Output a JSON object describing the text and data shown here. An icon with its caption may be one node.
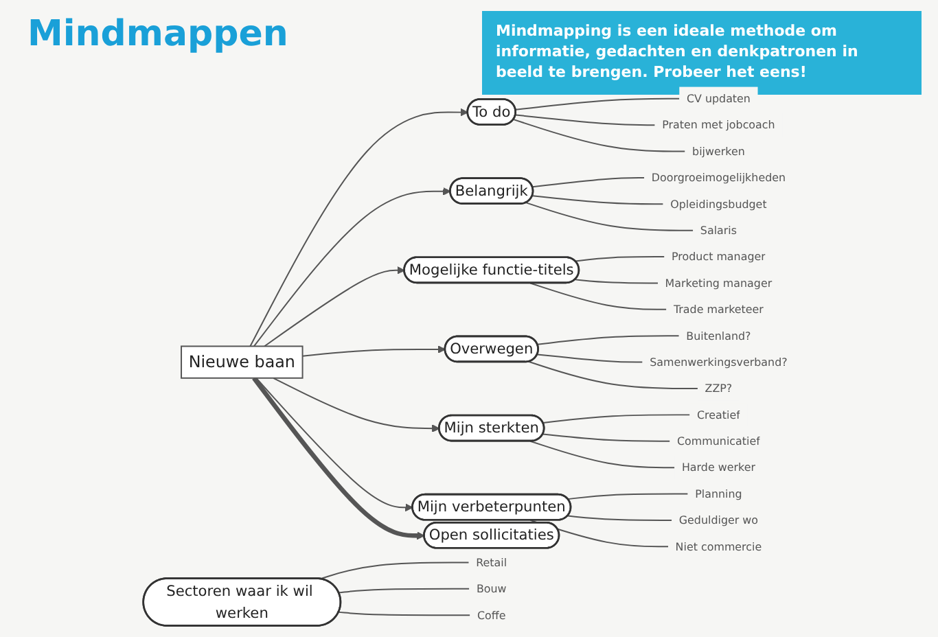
{
  "diagram": {
    "title": "Mindmappen",
    "nodes": [
      {
        "text": [
          "Nieuwe baan"
        ]
      },
      {
        "text": [
          "To do"
        ]
      },
      {
        "text": [
          "CV updaten"
        ]
      },
      {
        "text": [
          "Praten met jobcoach"
        ]
      },
      {
        "text": [
          "bijwerken"
        ]
      },
      {
        "text": [
          "Belangrijk"
        ]
      },
      {
        "text": [
          "Doorgroeimogelijkheden"
        ]
      },
      {
        "text": [
          "Opleidingsbudget"
        ]
      },
      {
        "text": [
          "Salaris"
        ]
      },
      {
        "text": [
          "Mogelijke functie-titels"
        ]
      },
      {
        "text": [
          "Product manager"
        ]
      },
      {
        "text": [
          "Marketing manager"
        ]
      },
      {
        "text": [
          "Trade marketeer"
        ]
      },
      {
        "text": [
          "Overwegen"
        ]
      },
      {
        "text": [
          "Buitenland?"
        ]
      },
      {
        "text": [
          "Samenwerkingsverband?"
        ]
      },
      {
        "text": [
          "ZZP?"
        ]
      },
      {
        "text": [
          "Mijn sterkten"
        ]
      },
      {
        "text": [
          "Creatief"
        ]
      },
      {
        "text": [
          "Communicatief"
        ]
      },
      {
        "text": [
          "Harde werker"
        ]
      },
      {
        "text": [
          "Mijn verbeterpunten"
        ]
      },
      {
        "text": [
          "Planning"
        ]
      },
      {
        "text": [
          "Geduldiger wo"
        ]
      },
      {
        "text": [
          "Niet commercie"
        ]
      },
      {
        "text": [
          "Sectoren waar ik wil werken"
        ]
      },
      {
        "text": [
          "Retail"
        ]
      },
      {
        "text": [
          "Bouw"
        ]
      },
      {
        "text": [
          "Coffe"
        ]
      },
      {
        "text": [
          "Open sollicitaties"
        ]
      }
    ],
    "edges": [
      {
        "from": 0,
        "to": 1,
        "arrow": "to"
      },
      {
        "from": 1,
        "to": 2,
        "arrow": "none"
      },
      {
        "from": 1,
        "to": 3,
        "arrow": "none"
      },
      {
        "from": 1,
        "to": 4,
        "arrow": "none"
      },
      {
        "from": 0,
        "to": 5,
        "arrow": "to"
      },
      {
        "from": 5,
        "to": 6,
        "arrow": "none"
      },
      {
        "from": 5,
        "to": 7,
        "arrow": "none"
      },
      {
        "from": 5,
        "to": 8,
        "arrow": "none"
      },
      {
        "from": 0,
        "to": 9,
        "arrow": "to"
      },
      {
        "from": 9,
        "to": 10,
        "arrow": "none"
      },
      {
        "from": 9,
        "to": 11,
        "arrow": "none"
      },
      {
        "from": 9,
        "to": 12,
        "arrow": "none"
      },
      {
        "from": 0,
        "to": 13,
        "arrow": "to"
      },
      {
        "from": 13,
        "to": 14,
        "arrow": "none"
      },
      {
        "from": 13,
        "to": 15,
        "arrow": "none"
      },
      {
        "from": 13,
        "to": 16,
        "arrow": "none"
      },
      {
        "from": 0,
        "to": 17,
        "arrow": "to"
      },
      {
        "from": 17,
        "to": 18,
        "arrow": "none"
      },
      {
        "from": 17,
        "to": 19,
        "arrow": "none"
      },
      {
        "from": 17,
        "to": 20,
        "arrow": "none"
      },
      {
        "from": 0,
        "to": 21,
        "arrow": "to"
      },
      {
        "from": 21,
        "to": 22,
        "arrow": "none"
      },
      {
        "from": 21,
        "to": 23,
        "arrow": "none"
      },
      {
        "from": 21,
        "to": 24,
        "arrow": "none"
      },
      {
        "from": 25,
        "to": 26,
        "arrow": "none"
      },
      {
        "from": 25,
        "to": 27,
        "arrow": "none"
      },
      {
        "from": 25,
        "to": 28,
        "arrow": "none"
      },
      {
        "from": 0,
        "to": 29,
        "arrow": "to",
        "style": "thick"
      }
    ],
    "labels": [
      "Mindmapping is een ideale methode om informatie, gedachten en denkpatronen in beeld te brengen. Probeer het eens!"
    ]
  }
}
